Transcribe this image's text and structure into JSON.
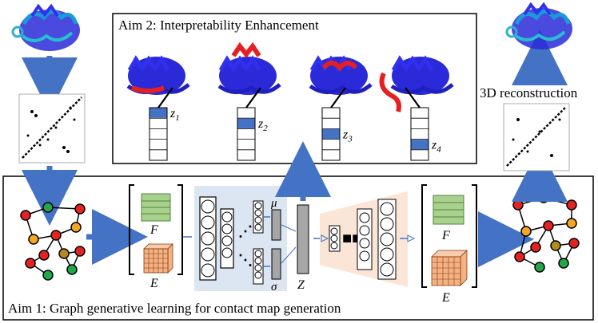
{
  "aim1": {
    "label": "Aim 1: Graph generative learning for contact map generation"
  },
  "aim2": {
    "label": "Aim 2: Interpretability Enhancement",
    "latents": [
      {
        "base": "z",
        "sub": "1",
        "highlight_index": 1
      },
      {
        "base": "z",
        "sub": "2",
        "highlight_index": 2
      },
      {
        "base": "z",
        "sub": "3",
        "highlight_index": 3
      },
      {
        "base": "z",
        "sub": "4",
        "highlight_index": 4
      }
    ]
  },
  "reconstruction": {
    "label": "3D reconstruction"
  },
  "encoder": {
    "node_features_label": "F",
    "edge_features_label": "E",
    "mu_label": "μ",
    "sigma_label": "σ",
    "latent_label": "Z"
  },
  "decoder": {
    "node_features_label": "F",
    "edge_features_label": "E"
  },
  "colors": {
    "arrow_blue": "#4472c4",
    "protein_blue": "#2a2ad8",
    "highlight_red": "#e62020",
    "latent_highlight": "#4472c4",
    "encoder_bg": "#dce6f2",
    "decoder_bg": "#fbe5d6",
    "node_feature_green": "#a9d18e",
    "edge_feature_orange": "#f4b183",
    "latent_gray": "#a6a6a6",
    "graph_red": "#e52222",
    "graph_green": "#22a84a",
    "graph_orange": "#f5a623",
    "graph_olive": "#b58a1e"
  }
}
